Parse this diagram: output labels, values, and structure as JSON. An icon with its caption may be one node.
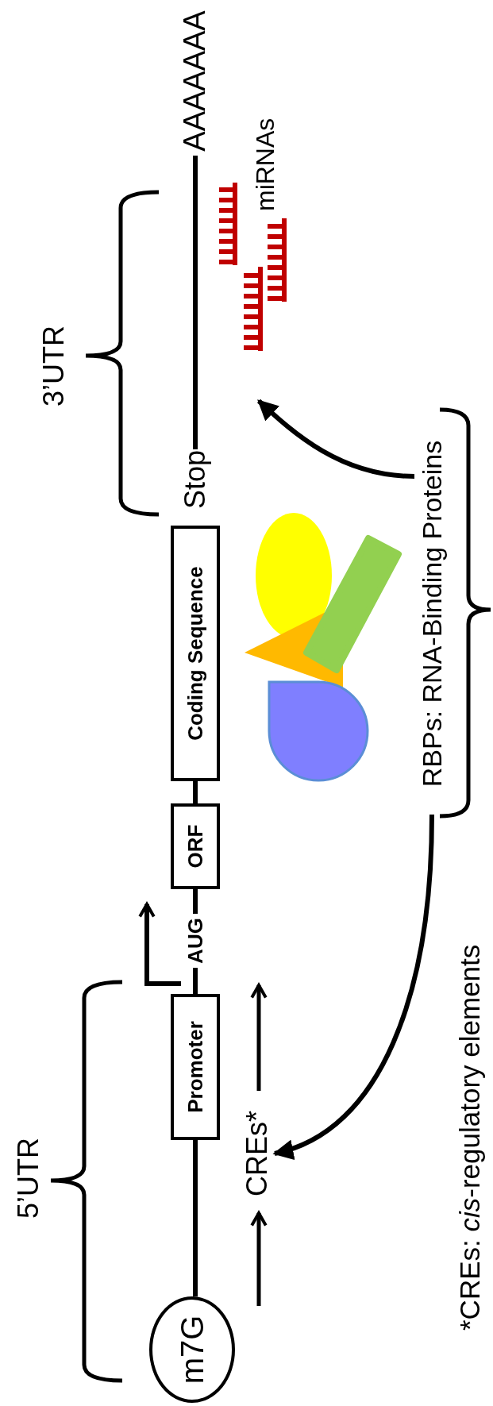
{
  "diagram": {
    "nodes": [
      {
        "text": [
          "m7G"
        ]
      },
      {
        "text": [
          "Promoter"
        ]
      },
      {
        "text": [
          "AUG"
        ]
      },
      {
        "text": [
          "ORF"
        ]
      },
      {
        "text": [
          "Coding Sequence"
        ]
      },
      {
        "text": [
          "Stop"
        ]
      },
      {
        "text": [
          "AAAAAAA"
        ]
      },
      {
        "text": [
          "CREs*"
        ]
      },
      {
        "text": [
          "RBPs: RNA-Binding Proteins"
        ]
      }
    ],
    "edges": [
      {
        "from": 0,
        "to": 1,
        "arrow": "none"
      },
      {
        "from": 1,
        "to": 2,
        "arrow": "none"
      },
      {
        "from": 2,
        "to": 3,
        "arrow": "none"
      },
      {
        "from": 3,
        "to": 4,
        "arrow": "none"
      },
      {
        "from": 5,
        "to": 6,
        "arrow": "none"
      },
      {
        "from": 8,
        "to": 7,
        "arrow": "to"
      },
      {
        "from": 8,
        "to": null,
        "arrow": "to"
      }
    ],
    "labels": [
      "5’UTR",
      "3’UTR",
      "miRNAs",
      "*CREs: *cis*-regulatory elements"
    ]
  }
}
